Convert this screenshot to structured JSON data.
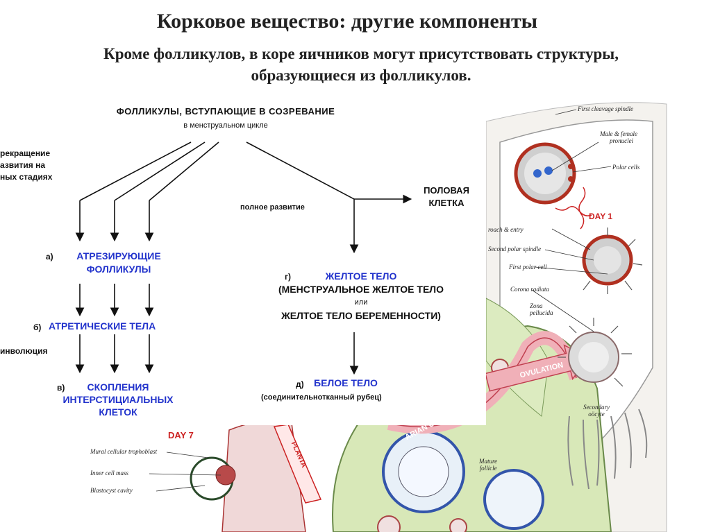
{
  "slide": {
    "title": "Корковое вещество: другие компоненты",
    "subtitle_line1": "Кроме фолликулов, в коре яичников могут присутствовать структуры,",
    "subtitle_line2": "образующиеся из фолликулов."
  },
  "flow": {
    "header1": "ФОЛЛИКУЛЫ, ВСТУПАЮЩИЕ В СОЗРЕВАНИЕ",
    "header2": "в менструальном цикле",
    "stop_l1": "рекращение",
    "stop_l2": "азвития на",
    "stop_l3": "ных стадиях",
    "full_dev": "полное развитие",
    "germ_l1": "ПОЛОВАЯ",
    "germ_l2": "КЛЕТКА",
    "a_prefix": "а)",
    "a_l1": "АТРЕЗИРУЮЩИЕ",
    "a_l2": "ФОЛЛИКУЛЫ",
    "b_prefix": "б)",
    "b_l1": "АТРЕТИЧЕСКИЕ ТЕЛА",
    "involution": "инволюция",
    "v_prefix": "в)",
    "v_l1": "СКОПЛЕНИЯ",
    "v_l2": "ИНТЕРСТИЦИАЛЬНЫХ",
    "v_l3": "КЛЕТОК",
    "g_prefix": "г)",
    "g_l1": "ЖЕЛТОЕ ТЕЛО",
    "g_l2": "(МЕНСТРУАЛЬНОЕ ЖЕЛТОЕ ТЕЛО",
    "g_l3": "или",
    "g_l4": "ЖЕЛТОЕ ТЕЛО БЕРЕМЕННОСТИ)",
    "d_prefix": "д)",
    "d_l1": "БЕЛОЕ ТЕЛО",
    "d_l2": "(соединительнотканный рубец)"
  },
  "illustration": {
    "first_cleavage": "First cleavage spindle",
    "pronuclei_l1": "Male & female",
    "pronuclei_l2": "pronuclei",
    "polar_cells": "Polar cells",
    "approach": "roach & entry",
    "second_polar": "Second polar spindle",
    "first_polar": "First polar cell",
    "corona": "Corona radiata",
    "zona_l1": "Zona",
    "zona_l2": "pellucida",
    "day1": "DAY 1",
    "ovulation": "OVULATION",
    "secondary_l1": "Secondary",
    "secondary_l2": "oöcyte",
    "mature_l1": "Mature",
    "mature_l2": "follicle",
    "ovarian_cycle": "ARIAN CYCLE",
    "day7": "DAY 7",
    "planta": "PLANTA",
    "mural": "Mural cellular trophoblast",
    "inner_mass": "Inner cell mass",
    "blastocyst": "Blastocyst cavity"
  },
  "colors": {
    "blue_text": "#2233cc",
    "red_accent": "#cc2222",
    "tissue_green": "#d8e8b8",
    "arrow_pink": "#f0b0b8"
  }
}
